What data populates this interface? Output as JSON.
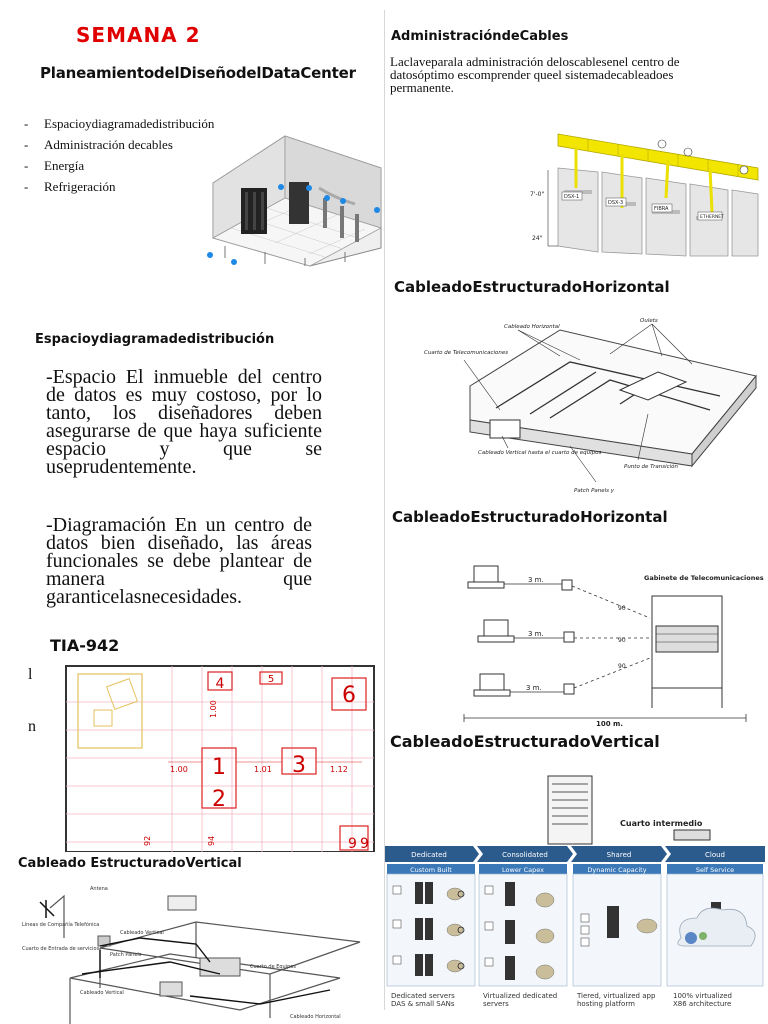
{
  "left": {
    "week_title": "SEMANA 2",
    "main_title": "PlaneamientodelDiseñodelDataCenter",
    "bullets": [
      "Espacioydiagramadedistribución",
      "Administración decables",
      "Energía",
      "Refrigeración"
    ],
    "space_heading": "Espacioydiagramadedistribución",
    "space_paragraph": "-Espacio El inmueble del centro de datos es muy costoso, por lo tanto, los diseñadores deben asegurarse de que haya suficiente espacio y que se useprudentemente.",
    "diagram_paragraph": "-Diagramación En un centro de datos bien diseñado, las áreas funcionales se debe plantear de manera que garanticelasnecesidades.",
    "tia_heading": "TIA-942",
    "margin_fragments": [
      "l",
      "n"
    ],
    "vertical_heading": "Cableado EstructuradoVertical"
  },
  "right": {
    "cables_heading": "AdministracióndeCables",
    "cables_paragraph": "Laclaveparala administración deloscablesenel centro de datosóptimo escomprender queel sistemadecableadoes permanente.",
    "horizontal_heading_1": "CableadoEstructuradoHorizontal",
    "horizontal_heading_2": "CableadoEstructuradoHorizontal",
    "vertical_heading": "CableadoEstructuradoVertical"
  },
  "floorplan": {
    "labels": [
      "4",
      "5",
      "6",
      "1",
      "2",
      "3",
      "1.00",
      "1.00",
      "1.01",
      "1.12",
      "9",
      "9",
      "92",
      "94"
    ]
  },
  "rack_figure": {
    "labels": [
      "DSX-1",
      "DSX-3",
      "FIBRA",
      "ETHERNET",
      "7'-0\"",
      "24\""
    ]
  },
  "horizontal_figure_1": {
    "labels": [
      "Cableado Horizontal",
      "Cuarto de Telecomunicaciones",
      "Oulets",
      "Punto de Transición",
      "Cableado Vertical hasta el cuarto de equipos",
      "Patch Panels y"
    ]
  },
  "horizontal_figure_2": {
    "labels": [
      "3 m.",
      "3 m.",
      "3 m.",
      "90",
      "90",
      "90",
      "Gabinete de Telecomunicaciones",
      "100 m."
    ]
  },
  "vertical_figure_right": {
    "labels": [
      "Cuarto intermedio"
    ]
  },
  "service_table": {
    "headers": [
      "Dedicated",
      "Consolidated",
      "Shared",
      "Cloud"
    ],
    "subheaders": [
      "Custom Built",
      "Lower Capex",
      "Dynamic Capacity",
      "Self Service"
    ],
    "footers": [
      "Dedicated servers\nDAS & small SANs",
      "Virtualized dedicated\nservers",
      "Tiered, virtualized app\nhosting platform",
      "100% virtualized\nX86 architecture"
    ]
  },
  "vertical_figure_left": {
    "labels": [
      "Antena",
      "Líneas de Compañía Telefónica",
      "Cuarto de Entrada de servicios",
      "Cableado Vertical",
      "Patch Panels",
      "Cuarto de Equipos",
      "Cableado Vertical",
      "Cableado Horizontal"
    ]
  },
  "colors": {
    "accent_red": "#e00000",
    "yellow_tray": "#f2e600",
    "blue_header": "#2b5a8c"
  }
}
